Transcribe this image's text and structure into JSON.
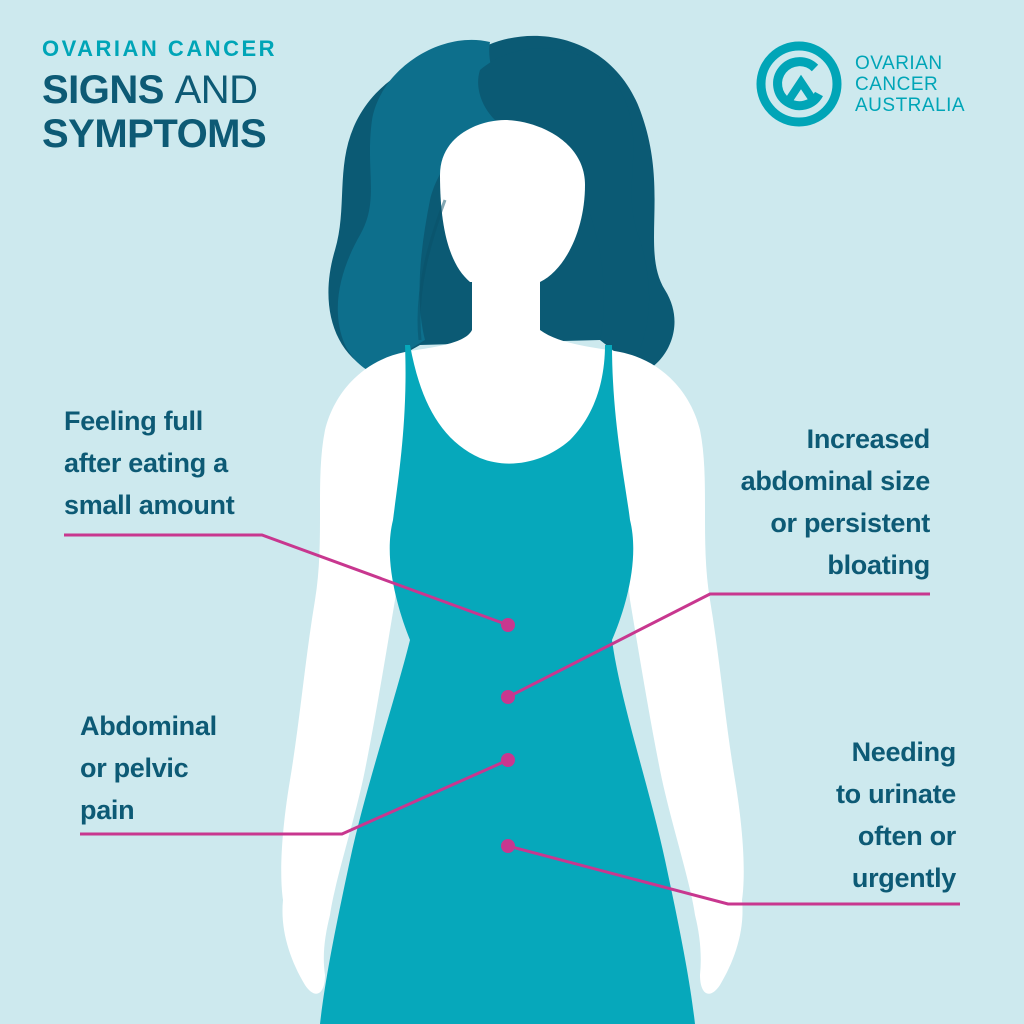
{
  "header": {
    "kicker": "OVARIAN CANCER",
    "title_line1_bold": "SIGNS",
    "title_line1_light": "AND",
    "title_line2": "SYMPTOMS"
  },
  "logo": {
    "line1": "OVARIAN",
    "line2": "CANCER",
    "line3": "AUSTRALIA"
  },
  "symptoms": {
    "full": {
      "lines": [
        "Feeling full",
        "after eating a",
        "small amount"
      ]
    },
    "bloating": {
      "lines": [
        "Increased",
        "abdominal size",
        "or persistent",
        "bloating"
      ]
    },
    "pain": {
      "lines": [
        "Abdominal",
        "or pelvic",
        "pain"
      ]
    },
    "urinate": {
      "lines": [
        "Needing",
        "to urinate",
        "often or",
        "urgently"
      ]
    }
  },
  "colors": {
    "background": "#cde9ee",
    "brand_teal": "#00a5b7",
    "navy_text": "#0d5a75",
    "dress": "#06a8bb",
    "hair_dark": "#0b5a74",
    "hair_mid": "#0d6f8c",
    "skin": "#ffffff",
    "pointer": "#c8378f"
  }
}
